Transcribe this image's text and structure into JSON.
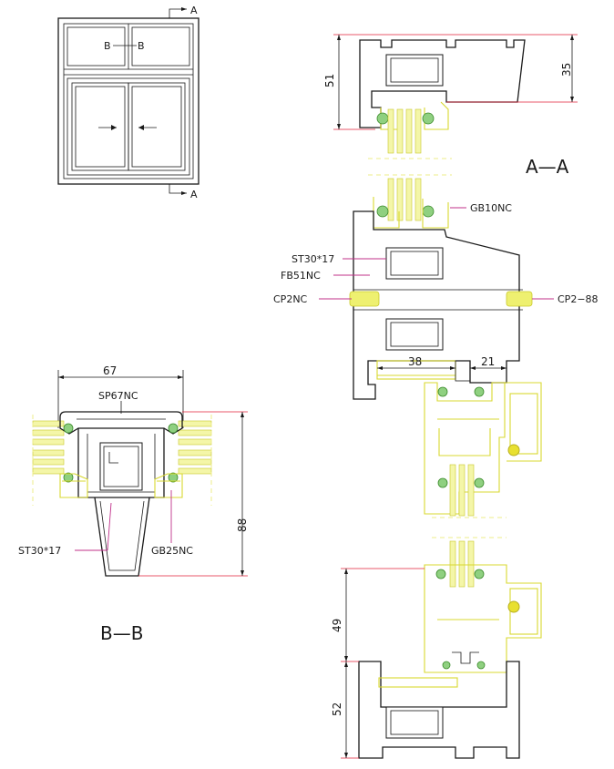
{
  "elevation": {
    "section_mark_top": "A",
    "section_mark_bottom": "A",
    "transom_mark_left": "B",
    "transom_mark_right": "B"
  },
  "section_aa": {
    "title": "A—A",
    "dims": {
      "top_total": "51",
      "top_frame": "35",
      "sash_width": "38",
      "gap": "21",
      "bottom_sash": "49",
      "bottom_frame": "52"
    },
    "callouts": {
      "glazing_bead": "GB10NC",
      "steel": "ST30*17",
      "frame": "FB51NC",
      "gasket_left": "CP2NC",
      "gasket_right": "CP2−88"
    }
  },
  "section_bb": {
    "title": "B—B",
    "dims": {
      "width": "67",
      "height": "88"
    },
    "callouts": {
      "mullion": "SP67NC",
      "steel": "ST30*17",
      "glazing_bead": "GB25NC"
    }
  },
  "colors": {
    "profile": "#1a1a1a",
    "sash": "#d8d830",
    "gasket": "#8fd080",
    "dimension": "#e0203a",
    "leader": "#c0308a"
  }
}
